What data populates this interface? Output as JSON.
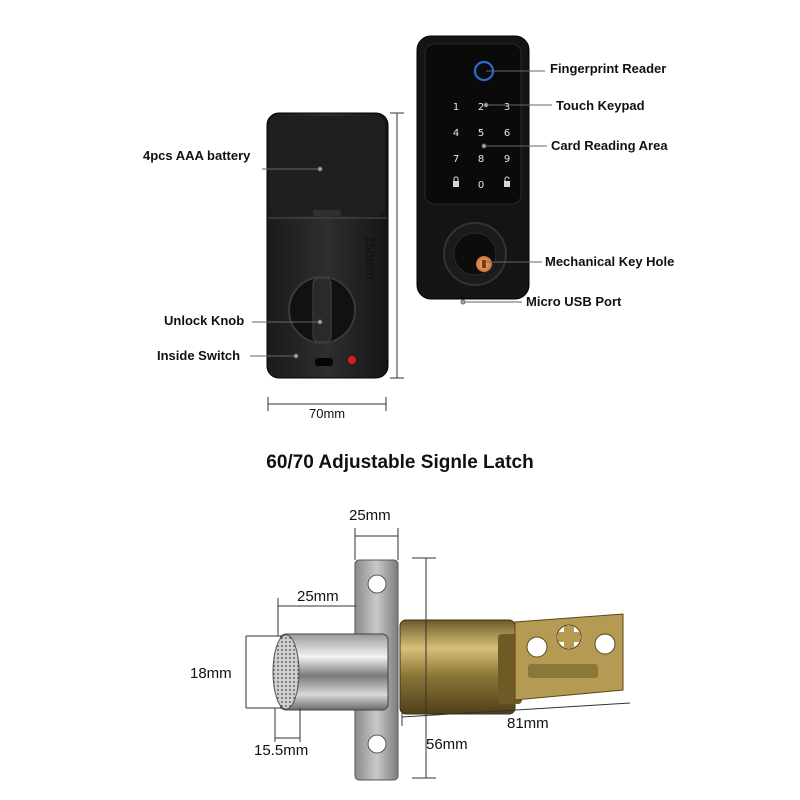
{
  "top_diagram": {
    "callouts": {
      "battery": "4pcs AAA battery",
      "unlock_knob": "Unlock Knob",
      "inside_switch": "Inside Switch",
      "fingerprint": "Fingerprint Reader",
      "keypad": "Touch Keypad",
      "card_area": "Card Reading Area",
      "key_hole": "Mechanical Key Hole",
      "usb": "Micro USB Port"
    },
    "height_dim": "158mm",
    "width_dim": "70mm",
    "keypad_keys": [
      "1",
      "2",
      "3",
      "4",
      "5",
      "6",
      "7",
      "8",
      "9",
      "lock",
      "0",
      "unlock"
    ]
  },
  "title": "60/70  Adjustable Signle Latch",
  "latch_diagram": {
    "dim_top_plate": "25mm",
    "dim_bolt_len": "25mm",
    "dim_bolt_height": "18mm",
    "dim_bolt_depth": "15.5mm",
    "dim_plate_height": "56mm",
    "dim_body_len": "81mm"
  }
}
